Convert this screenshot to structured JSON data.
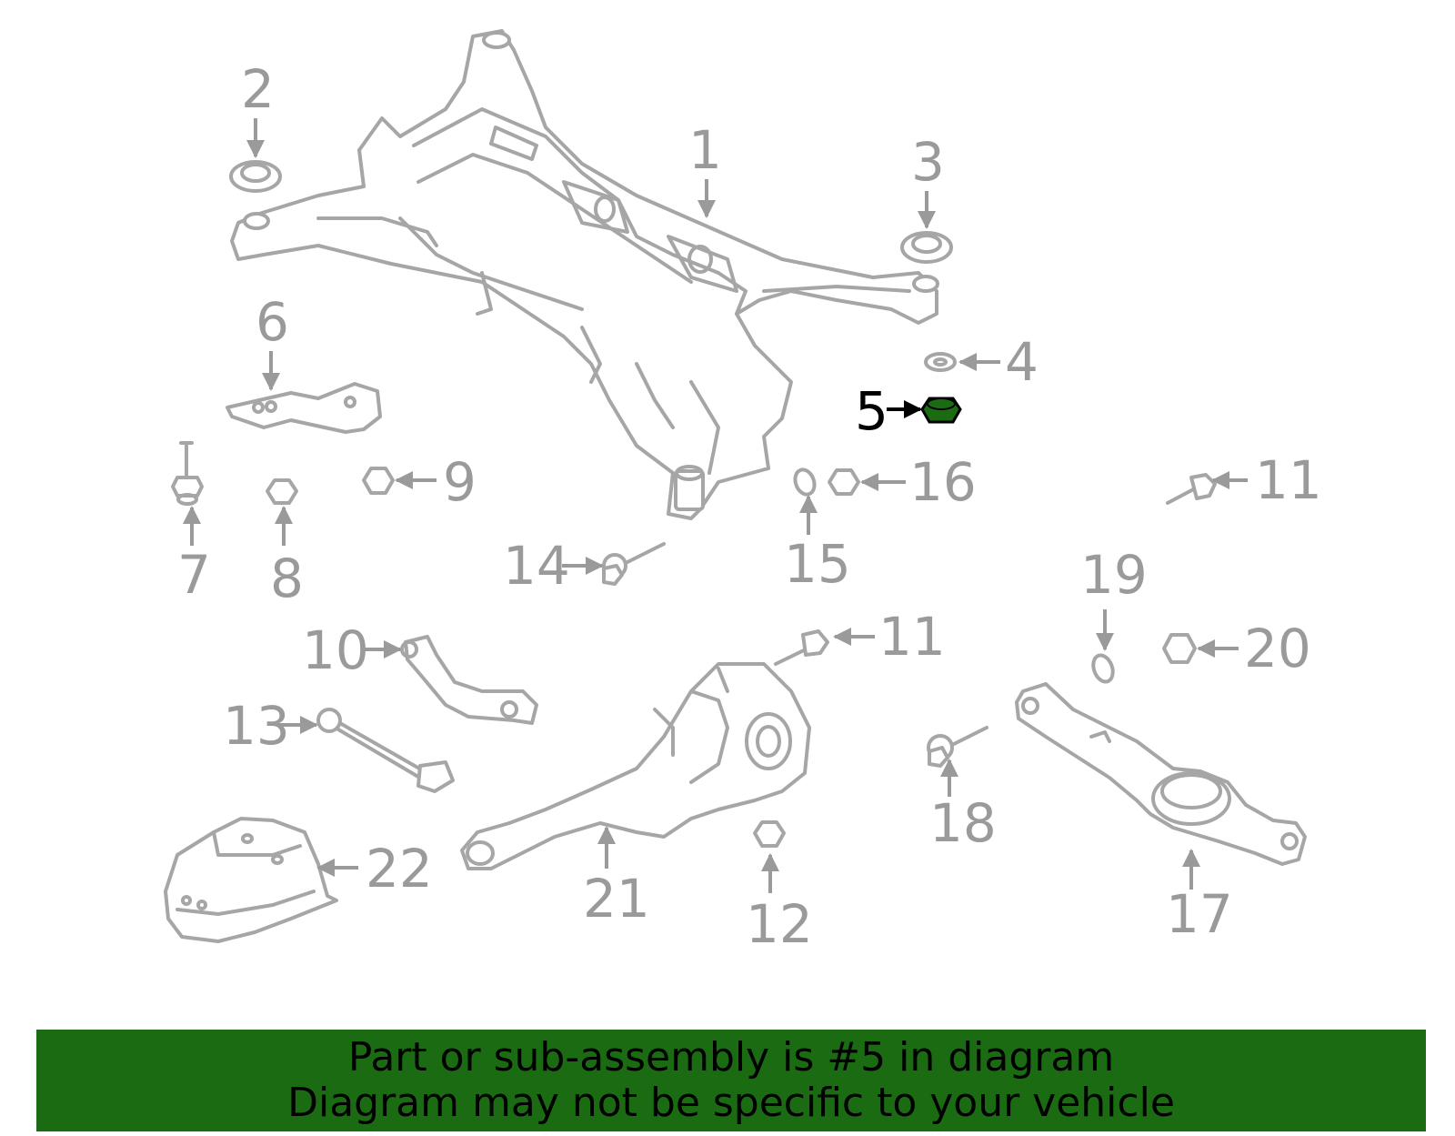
{
  "diagram": {
    "highlight_color": "#1a6b12",
    "highlighted_part": "5",
    "callouts": [
      {
        "id": "1",
        "label": "1"
      },
      {
        "id": "2",
        "label": "2"
      },
      {
        "id": "3",
        "label": "3"
      },
      {
        "id": "4",
        "label": "4"
      },
      {
        "id": "5",
        "label": "5"
      },
      {
        "id": "6",
        "label": "6"
      },
      {
        "id": "7",
        "label": "7"
      },
      {
        "id": "8",
        "label": "8"
      },
      {
        "id": "9",
        "label": "9"
      },
      {
        "id": "10",
        "label": "10"
      },
      {
        "id": "11a",
        "label": "11"
      },
      {
        "id": "11b",
        "label": "11"
      },
      {
        "id": "12",
        "label": "12"
      },
      {
        "id": "13",
        "label": "13"
      },
      {
        "id": "14",
        "label": "14"
      },
      {
        "id": "15",
        "label": "15"
      },
      {
        "id": "16",
        "label": "16"
      },
      {
        "id": "17",
        "label": "17"
      },
      {
        "id": "18",
        "label": "18"
      },
      {
        "id": "19",
        "label": "19"
      },
      {
        "id": "20",
        "label": "20"
      },
      {
        "id": "21",
        "label": "21"
      },
      {
        "id": "22",
        "label": "22"
      }
    ]
  },
  "banner": {
    "line1": "Part or sub-assembly is #5 in diagram",
    "line2": "Diagram may not be specific to your vehicle",
    "background": "#1a6b12"
  }
}
